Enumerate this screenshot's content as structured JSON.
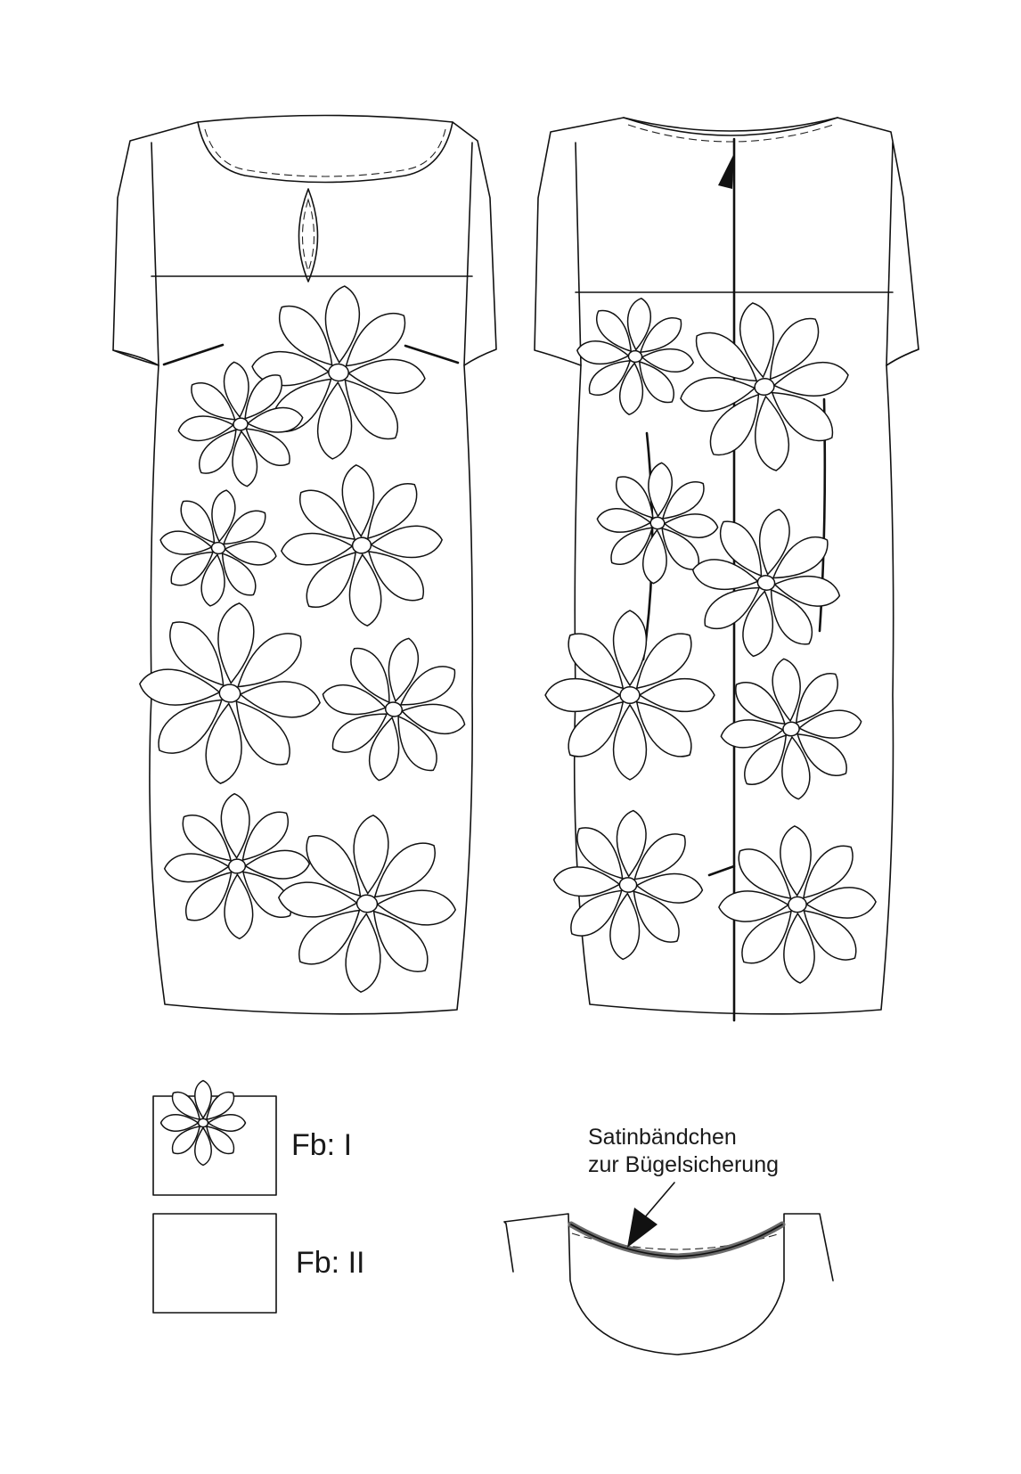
{
  "legend": {
    "fabric_one_label": "Fb: I",
    "fabric_two_label": "Fb: II"
  },
  "detail": {
    "callout_line1": "Satinbändchen",
    "callout_line2": "zur Bügelsicherung",
    "ribbon_color": "#6a6a6a"
  },
  "colors": {
    "line": "#111111",
    "paper": "#ffffff"
  },
  "flower_petal_count": 8
}
